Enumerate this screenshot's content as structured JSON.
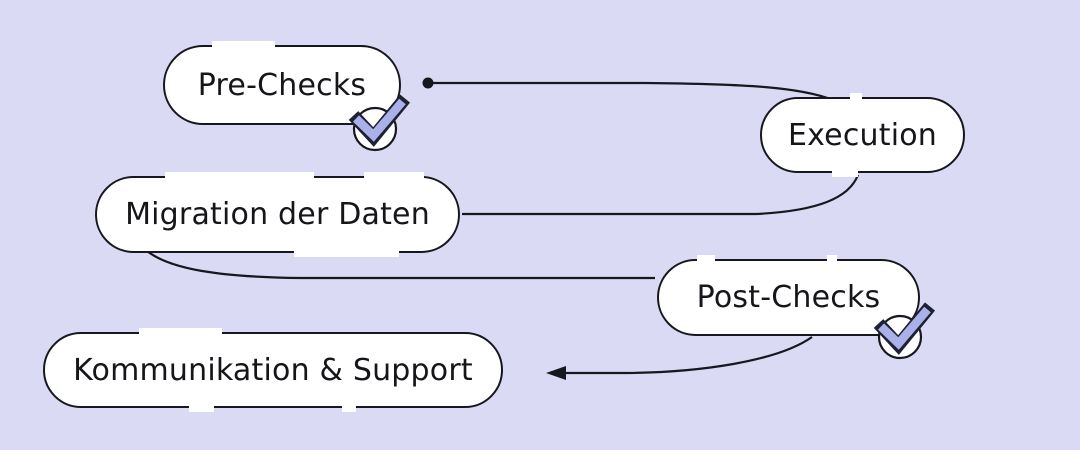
{
  "diagram": {
    "background_color": "#dbdaf4",
    "node_fill": "#ffffff",
    "stroke_color": "#17171f",
    "text_color": "#15151a",
    "check_fill": "#a9b1e8",
    "check_outline": "#1c2133",
    "nodes": [
      {
        "label": "Pre-Checks",
        "checked": true
      },
      {
        "label": "Execution",
        "checked": false
      },
      {
        "label": "Migration der Daten",
        "checked": false
      },
      {
        "label": "Post-Checks",
        "checked": true
      },
      {
        "label": "Kommunikation & Support",
        "checked": false
      }
    ],
    "connectors": [
      {
        "from": "Pre-Checks",
        "to": "Execution",
        "start_marker": "dot",
        "end_marker": "none"
      },
      {
        "from": "Execution",
        "to": "Migration der Daten",
        "start_marker": "none",
        "end_marker": "none"
      },
      {
        "from": "Migration der Daten",
        "to": "Post-Checks",
        "start_marker": "none",
        "end_marker": "none"
      },
      {
        "from": "Post-Checks",
        "to": "Kommunikation & Support",
        "start_marker": "none",
        "end_marker": "arrow"
      }
    ]
  }
}
